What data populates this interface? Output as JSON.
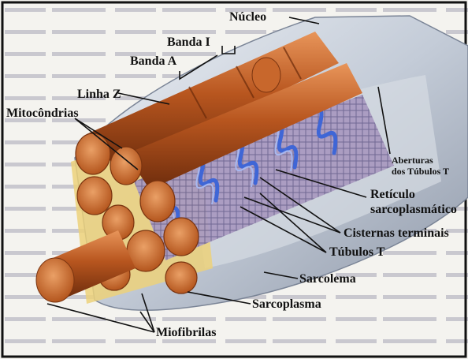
{
  "labels": {
    "nucleo": "Núcleo",
    "banda_i": "Banda I",
    "banda_a": "Banda A",
    "linha_z": "Linha Z",
    "mitocondrias": "Mitocôndrias",
    "aberturas_1": "Aberturas",
    "aberturas_2": "dos Túbulos T",
    "reticulo_1": "Retículo",
    "reticulo_2": "sarcoplasmático",
    "cisternas": "Cisternas terminais",
    "tubulos": "Túbulos T",
    "sarcolema": "Sarcolema",
    "sarcoplasma": "Sarcoplasma",
    "miofibrilas": "Miofibrilas"
  },
  "colors": {
    "myofibril": "#b5541f",
    "myofibril_light": "#e08a4a",
    "myofibril_end": "#d8763a",
    "sarcolemma": "#c9d1dc",
    "t_tubule": "#4a6fd8",
    "reticulum": "#8a7fb0",
    "sarcoplasm": "#e8c35a",
    "page_text": "#8a8a9a",
    "border": "#111111"
  }
}
